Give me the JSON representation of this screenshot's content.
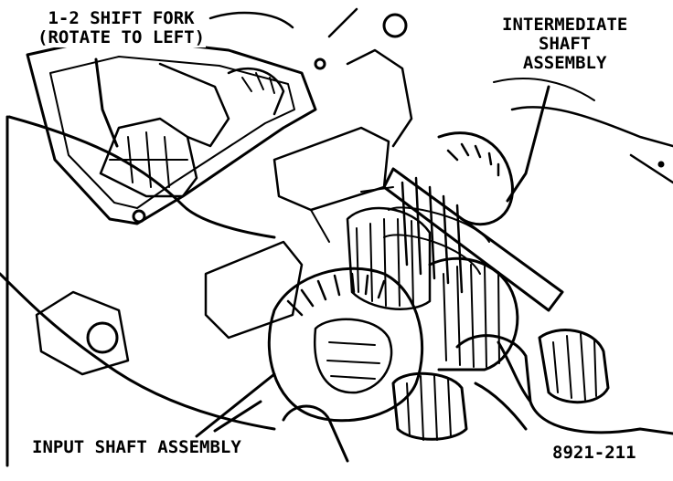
{
  "callouts": {
    "shift_fork_line1": "1-2 SHIFT FORK",
    "shift_fork_line2": "(ROTATE TO LEFT)",
    "intermediate_line1": "INTERMEDIATE",
    "intermediate_line2": "SHAFT",
    "intermediate_line3": "ASSEMBLY",
    "input_shaft": "INPUT SHAFT ASSEMBLY"
  },
  "figure_number": "8921-211",
  "colors": {
    "ink": "#000000",
    "paper": "#ffffff"
  }
}
